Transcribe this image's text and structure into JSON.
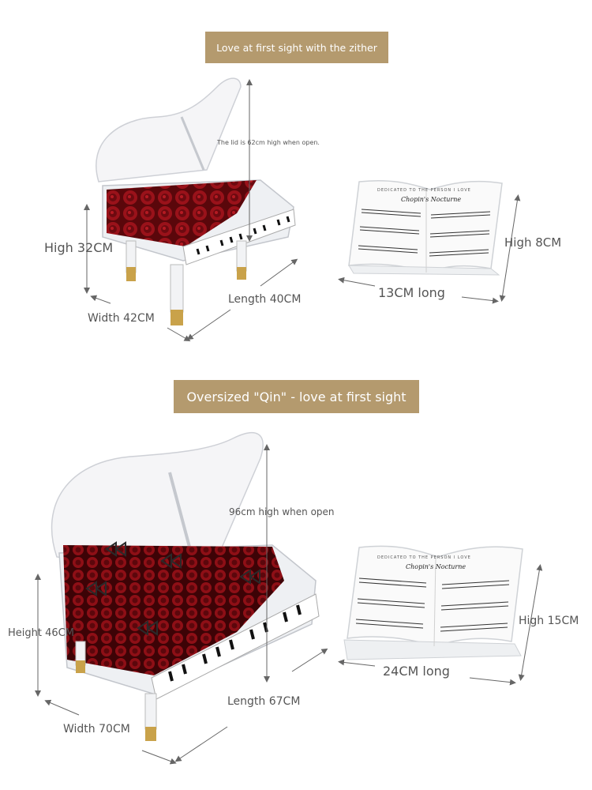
{
  "section1": {
    "title": "Love at first sight with the zither",
    "lid_note": "The lid is 62cm high when open.",
    "piano_height": "High 32CM",
    "piano_width": "Width 42CM",
    "piano_length": "Length 40CM",
    "stand_height": "High 8CM",
    "stand_length": "13CM long",
    "sheet_dedication": "DEDICATED TO THE PERSON I LOVE",
    "sheet_title": "Chopin's Nocturne"
  },
  "section2": {
    "title": "Oversized \"Qin\" - love at first sight",
    "lid_note": "96cm high when open",
    "piano_height": "Height 46CM",
    "piano_width": "Width 70CM",
    "piano_length": "Length 67CM",
    "stand_height": "High 15CM",
    "stand_length": "24CM long",
    "sheet_dedication": "DEDICATED TO THE PERSON I LOVE",
    "sheet_title": "Chopin's Nocturne"
  },
  "colors": {
    "banner": "#b49a6e",
    "rose": "#8e0f16",
    "gold": "#c9a24a"
  }
}
